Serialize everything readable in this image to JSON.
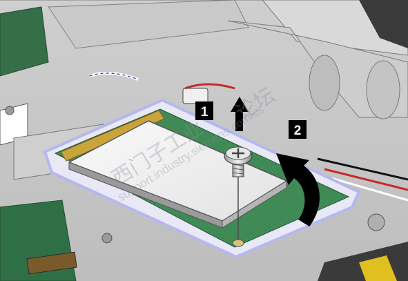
{
  "steps": [
    {
      "number": "1",
      "action": "lift-screw-out"
    },
    {
      "number": "2",
      "action": "rotate-card-up"
    }
  ],
  "watermark": {
    "brand_cn": "西门子工业",
    "forum_cn": "论坛",
    "url": "support.industry.siemens.com/cs"
  },
  "colors": {
    "outline": "#b5b8f0",
    "arrow": "#000000",
    "label_bg": "#000000",
    "label_text": "#ffffff",
    "chassis": "#d4d4d4",
    "card": "#f3f3f3",
    "pcb_green": "#2f6f45"
  },
  "icons": [
    "screw-icon",
    "up-arrow-icon",
    "curved-arrow-icon"
  ]
}
